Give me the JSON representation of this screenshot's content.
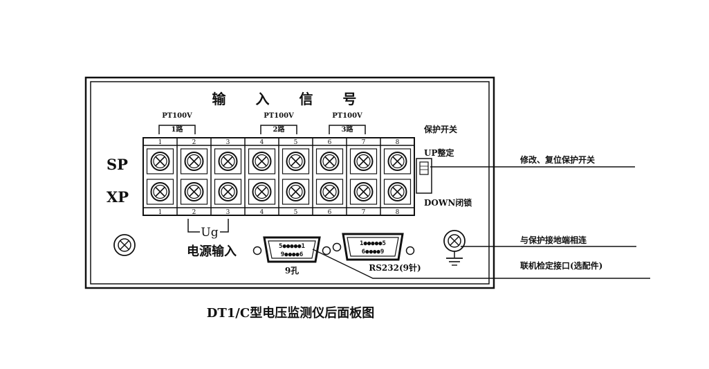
{
  "panel": {
    "title": "输 入 信 号",
    "channels": [
      {
        "sensor": "PT100V",
        "label": "1路"
      },
      {
        "sensor": "PT100V",
        "label": "2路"
      },
      {
        "sensor": "PT100V",
        "label": "3路"
      }
    ],
    "terminal_numbers": [
      "1",
      "2",
      "3",
      "4",
      "5",
      "6",
      "7",
      "8"
    ],
    "row_labels": {
      "top": "SP",
      "bottom": "XP"
    },
    "switch": {
      "title": "保护开关",
      "up": "UP整定",
      "down": "DOWN闭锁"
    },
    "power_bracket": "Ug",
    "power_input": "电源输入",
    "ports": {
      "db9_female": {
        "label": "9孔",
        "pins_top": "5●●●●●1",
        "pins_bottom": "9●●●●6"
      },
      "db9_male": {
        "label": "RS232(9针)",
        "pins_top": "1●●●●●5",
        "pins_bottom": "6●●●●9"
      }
    }
  },
  "callouts": [
    "修改、复位保护开关",
    "与保护接地端相连",
    "联机检定接口(选配件)"
  ],
  "caption": "DT1/C型电压监测仪后面板图"
}
